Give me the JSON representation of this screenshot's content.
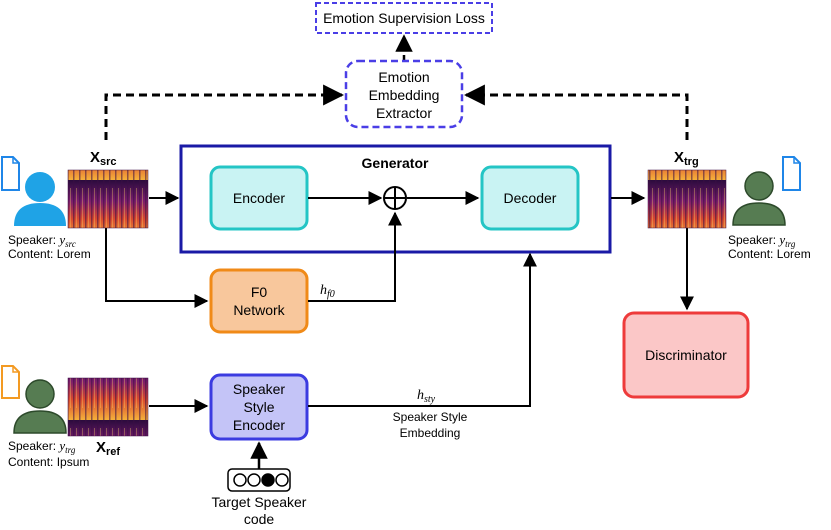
{
  "emotion_loss": {
    "label": "Emotion Supervision Loss"
  },
  "extractor": {
    "line1": "Emotion",
    "line2": "Embedding",
    "line3": "Extractor"
  },
  "generator": {
    "title": "Generator",
    "encoder": "Encoder",
    "decoder": "Decoder"
  },
  "f0": {
    "line1": "F0",
    "line2": "Network",
    "feature": "h",
    "feature_sub": "f0"
  },
  "style_encoder": {
    "line1": "Speaker",
    "line2": "Style",
    "line3": "Encoder",
    "feature": "h",
    "feature_sub": "sty",
    "caption1": "Speaker Style",
    "caption2": "Embedding"
  },
  "discriminator": {
    "label": "Discriminator"
  },
  "source": {
    "mel": "X",
    "mel_sub": "src",
    "speaker_label": "Speaker: ",
    "speaker_var": "y",
    "speaker_sub": "src",
    "content": "Content: Lorem"
  },
  "target": {
    "mel": "X",
    "mel_sub": "trg",
    "speaker_label": "Speaker: ",
    "speaker_var": "y",
    "speaker_sub": "trg",
    "content": "Content: Lorem"
  },
  "reference": {
    "mel": "X",
    "mel_sub": "ref",
    "speaker_label": "Speaker: ",
    "speaker_var": "y",
    "speaker_sub": "trg",
    "content": "Content: Ipsum"
  },
  "speaker_code": {
    "line1": "Target Speaker",
    "line2": "code"
  },
  "colors": {
    "generator_border": "#1a1aa6",
    "encoder_fill": "#c9f3f3",
    "encoder_border": "#24c5c5",
    "f0_fill": "#f8c79c",
    "f0_border": "#f08a18",
    "style_fill": "#c4c4f7",
    "style_border": "#3b3be0",
    "disc_fill": "#fbc7c7",
    "disc_border": "#ee3b3b",
    "extractor_border": "#4a3ee6",
    "source_person": "#1fa3e6",
    "other_person": "#567c52",
    "source_doc": "#1f86e8",
    "other_doc": "#f39a22"
  }
}
